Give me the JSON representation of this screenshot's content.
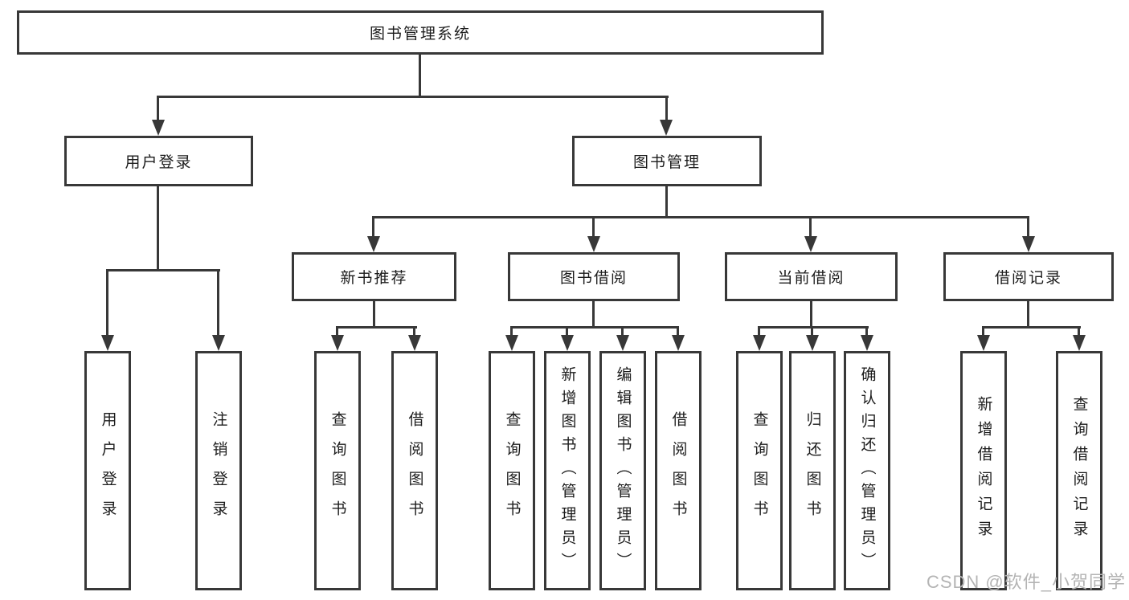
{
  "tree": {
    "root": "图书管理系统",
    "children": [
      {
        "label": "用户登录",
        "children": [
          {
            "label": "用户登录"
          },
          {
            "label": "注销登录"
          }
        ]
      },
      {
        "label": "图书管理",
        "children": [
          {
            "label": "新书推荐",
            "children": [
              {
                "label": "查询图书"
              },
              {
                "label": "借阅图书"
              }
            ]
          },
          {
            "label": "图书借阅",
            "children": [
              {
                "label": "查询图书"
              },
              {
                "label": "新增图书（管理员）"
              },
              {
                "label": "编辑图书（管理员）"
              },
              {
                "label": "借阅图书"
              }
            ]
          },
          {
            "label": "当前借阅",
            "children": [
              {
                "label": "查询图书"
              },
              {
                "label": "归还图书"
              },
              {
                "label": "确认归还（管理员）"
              }
            ]
          },
          {
            "label": "借阅记录",
            "children": [
              {
                "label": "新增借阅记录"
              },
              {
                "label": "查询借阅记录"
              }
            ]
          }
        ]
      }
    ]
  },
  "watermark": "CSDN @软件_小贺同学",
  "colors": {
    "line": "#383838",
    "text": "#1c1c1c",
    "watermark_text": "#b4b4b4",
    "background": "#ffffff"
  }
}
